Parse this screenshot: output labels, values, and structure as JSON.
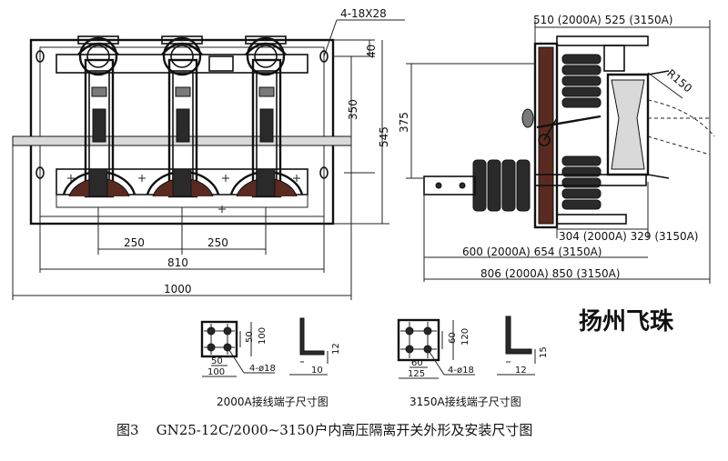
{
  "front_view": {
    "hole_note": "4-18X28",
    "dim_40": "40",
    "dim_350": "350",
    "dim_545": "545",
    "dim_250_left": "250",
    "dim_250_right": "250",
    "dim_810": "810",
    "dim_1000": "1000"
  },
  "side_view": {
    "top_dim": "510 (2000A) 525 (3150A)",
    "radius": "R150",
    "dim_375": "375",
    "dim_304_329": "304 (2000A) 329 (3150A)",
    "dim_600_654": "600 (2000A) 654 (3150A)",
    "dim_806_850": "806 (2000A) 850 (3150A)"
  },
  "brand": "扬州飞珠",
  "terminal_2000A": {
    "dim_50_v": "50",
    "dim_100_v": "100",
    "dim_50_h": "50",
    "dim_100_h": "100",
    "holes": "4-ø18",
    "dim_12": "12",
    "dim_10": "10",
    "label": "2000A接线端子尺寸图"
  },
  "terminal_3150A": {
    "dim_60_v": "60",
    "dim_120_v": "120",
    "dim_60_h": "60",
    "dim_125_h": "125",
    "holes": "4-ø18",
    "dim_15": "15",
    "dim_12": "12",
    "label": "3150A接线端子尺寸图"
  },
  "caption": "图3    GN25-12C/2000~3150户内高压隔离开关外形及安装尺寸图"
}
